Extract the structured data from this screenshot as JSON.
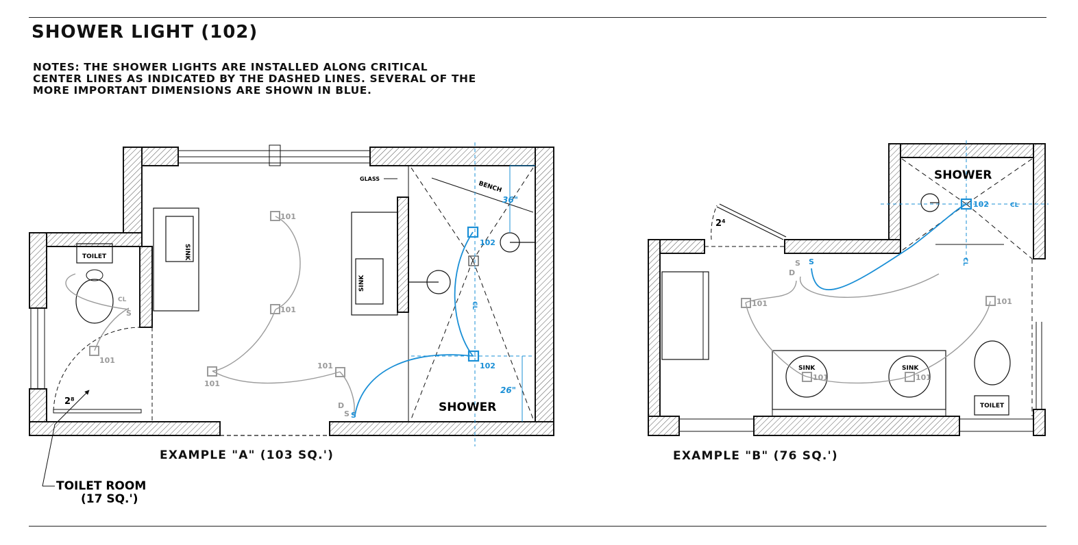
{
  "title": "SHOWER LIGHT (102)",
  "notes": {
    "line1": "NOTES: THE SHOWER LIGHTS ARE INSTALLED ALONG CRITICAL",
    "line2": "CENTER LINES AS INDICATED BY THE DASHED LINES. SEVERAL OF THE",
    "line3": "MORE IMPORTANT DIMENSIONS ARE SHOWN IN BLUE."
  },
  "colors": {
    "ink": "#111111",
    "blue": "#1a8fd6",
    "gray": "#9a9a9a",
    "hatch": "#555555"
  },
  "example_a": {
    "caption": "EXAMPLE \"A\" (103 SQ.')",
    "glass": "GLASS",
    "bench": "BENCH",
    "dim_36": "36\"",
    "dim_26": "26\"",
    "cl": "CL",
    "sink": "SINK",
    "toilet": "TOILET",
    "shower": "SHOWER",
    "light_101": "101",
    "light_102": "102",
    "door_a": "2⁸",
    "switch_s": "S",
    "switch_d": "D",
    "toilet_room_line1": "TOILET ROOM",
    "toilet_room_line2": "(17 SQ.')"
  },
  "example_b": {
    "caption": "EXAMPLE \"B\" (76 SQ.')",
    "shower": "SHOWER",
    "sink": "SINK",
    "toilet": "TOILET",
    "cl": "CL",
    "light_101": "101",
    "light_102": "102",
    "door_b": "2⁴",
    "switch_s": "S",
    "switch_d": "D"
  }
}
